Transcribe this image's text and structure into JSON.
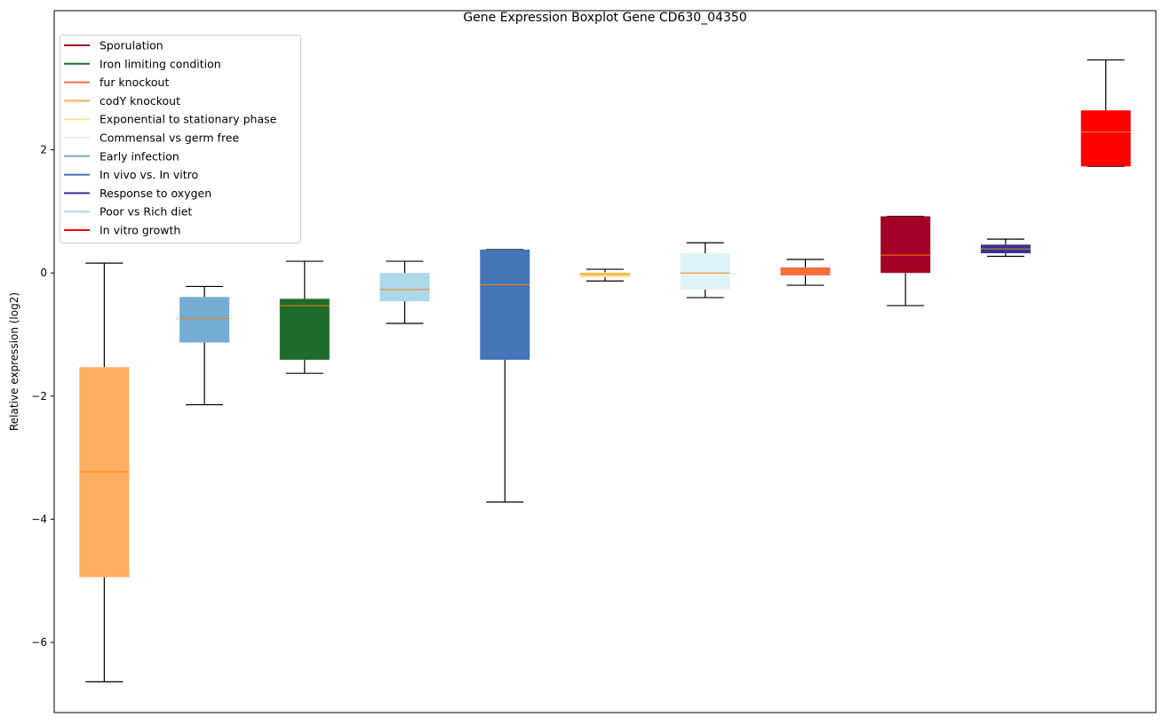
{
  "chart_data": {
    "type": "boxplot",
    "title": "Gene Expression Boxplot Gene CD630_04350",
    "xlabel": "",
    "ylabel": "Relative expression (log2)",
    "ylim": [
      -7.14,
      4.26
    ],
    "yticks": [
      -6,
      -4,
      -2,
      0,
      2
    ],
    "grid": false,
    "legend_position": "top-left",
    "median_color": "#ff7f0e",
    "boxes": [
      {
        "name": "codY knockout",
        "color": "#fdae61",
        "whislo": -6.64,
        "q1": -4.94,
        "med": -3.23,
        "q3": -1.53,
        "whishi": 0.16
      },
      {
        "name": "Early infection",
        "color": "#74add1",
        "whislo": -2.14,
        "q1": -1.13,
        "med": -0.74,
        "q3": -0.39,
        "whishi": -0.22
      },
      {
        "name": "Iron limiting condition",
        "color": "#1f6b2b",
        "whislo": -1.63,
        "q1": -1.41,
        "med": -0.53,
        "q3": -0.42,
        "whishi": 0.19
      },
      {
        "name": "Poor vs Rich diet",
        "color": "#abd9e9",
        "whislo": -0.82,
        "q1": -0.46,
        "med": -0.27,
        "q3": 0.0,
        "whishi": 0.19
      },
      {
        "name": "In vivo vs. In vitro",
        "color": "#4575b4",
        "whislo": -3.72,
        "q1": -1.41,
        "med": -0.19,
        "q3": 0.38,
        "whishi": 0.38
      },
      {
        "name": "Exponential to stationary phase",
        "color": "#fee090",
        "whislo": -0.13,
        "q1": -0.07,
        "med": -0.02,
        "q3": 0.01,
        "whishi": 0.06
      },
      {
        "name": "Commensal vs germ free",
        "color": "#e0f3f8",
        "whislo": -0.4,
        "q1": -0.27,
        "med": 0.0,
        "q3": 0.32,
        "whishi": 0.49
      },
      {
        "name": "fur knockout",
        "color": "#f46d43",
        "whislo": -0.2,
        "q1": -0.04,
        "med": 0.03,
        "q3": 0.09,
        "whishi": 0.22
      },
      {
        "name": "Sporulation",
        "color": "#a50026",
        "whislo": -0.53,
        "q1": 0.0,
        "med": 0.29,
        "q3": 0.92,
        "whishi": 0.92
      },
      {
        "name": "Response to oxygen",
        "color": "#313695",
        "whislo": 0.27,
        "q1": 0.32,
        "med": 0.39,
        "q3": 0.46,
        "whishi": 0.55
      },
      {
        "name": "In vitro growth",
        "color": "#ff0000",
        "whislo": 1.73,
        "q1": 1.73,
        "med": 2.29,
        "q3": 2.64,
        "whishi": 3.46
      }
    ],
    "legend": [
      {
        "label": "Sporulation",
        "color": "#a50026"
      },
      {
        "label": "Iron limiting condition",
        "color": "#1f6b2b"
      },
      {
        "label": "fur knockout",
        "color": "#f46d43"
      },
      {
        "label": "codY knockout",
        "color": "#fdae61"
      },
      {
        "label": "Exponential to stationary phase",
        "color": "#fee090"
      },
      {
        "label": "Commensal vs germ free",
        "color": "#e0f3f8"
      },
      {
        "label": "Early infection",
        "color": "#74add1"
      },
      {
        "label": "In vivo vs. In vitro",
        "color": "#4575b4"
      },
      {
        "label": "Response to oxygen",
        "color": "#313695"
      },
      {
        "label": "Poor vs Rich diet",
        "color": "#abd9e9"
      },
      {
        "label": "In vitro growth",
        "color": "#ff0000"
      }
    ]
  }
}
